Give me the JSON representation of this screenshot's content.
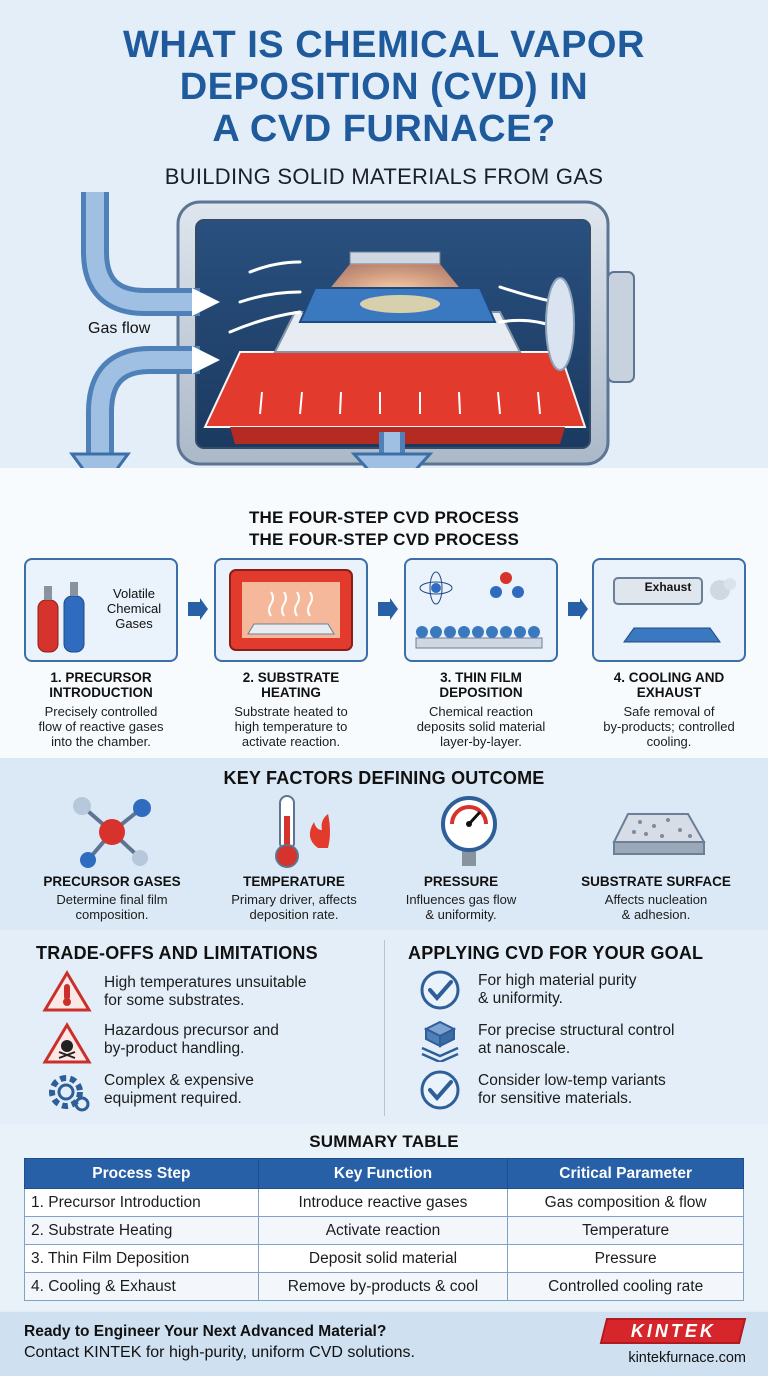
{
  "header": {
    "title_line1": "WHAT IS CHEMICAL VAPOR",
    "title_line2": "DEPOSITION (CVD) IN",
    "title_line3": "A CVD FURNACE?",
    "subtitle": "BUILDING SOLID MATERIALS FROM GAS"
  },
  "furnace": {
    "gas_flow_label": "Gas flow"
  },
  "process": {
    "title_line1": "THE FOUR-STEP CVD PROCESS",
    "title_line2": "THE FOUR-STEP CVD PROCESS",
    "steps": [
      {
        "name_line1": "1. PRECURSOR",
        "name_line2": "INTRODUCTION",
        "desc_line1": "Precisely controlled",
        "desc_line2": "flow of reactive gases",
        "desc_line3": "into the chamber.",
        "box_label_line1": "Volatile",
        "box_label_line2": "Chemical",
        "box_label_line3": "Gases"
      },
      {
        "name_line1": "2. SUBSTRATE",
        "name_line2": "HEATING",
        "desc_line1": "Substrate heated to",
        "desc_line2": "high temperature to",
        "desc_line3": "activate reaction."
      },
      {
        "name_line1": "3. THIN FILM",
        "name_line2": "DEPOSITION",
        "desc_line1": "Chemical reaction",
        "desc_line2": "deposits solid material",
        "desc_line3": "layer-by-layer."
      },
      {
        "name_line1": "4. COOLING AND",
        "name_line2": "EXHAUST",
        "desc_line1": "Safe removal of",
        "desc_line2": "by-products; controlled",
        "desc_line3": "cooling.",
        "box_label": "Exhaust"
      }
    ]
  },
  "key_factors": {
    "title": "KEY FACTORS DEFINING OUTCOME",
    "items": [
      {
        "name": "PRECURSOR GASES",
        "desc_line1": "Determine final film",
        "desc_line2": "composition."
      },
      {
        "name": "TEMPERATURE",
        "desc_line1": "Primary driver, affects",
        "desc_line2": "deposition rate."
      },
      {
        "name": "PRESSURE",
        "desc_line1": "Influences gas flow",
        "desc_line2": "& uniformity."
      },
      {
        "name": "SUBSTRATE SURFACE",
        "desc_line1": "Affects nucleation",
        "desc_line2": "& adhesion."
      }
    ]
  },
  "tradeoffs": {
    "title": "TRADE-OFFS AND LIMITATIONS",
    "items": [
      {
        "line1": "High temperatures unsuitable",
        "line2": "for some substrates."
      },
      {
        "line1": "Hazardous precursor and",
        "line2": "by-product handling."
      },
      {
        "line1": "Complex & expensive",
        "line2": "equipment required."
      }
    ]
  },
  "applying": {
    "title": "APPLYING CVD FOR YOUR GOAL",
    "items": [
      {
        "line1": "For high material purity",
        "line2": "& uniformity."
      },
      {
        "line1": "For precise structural control",
        "line2": "at nanoscale."
      },
      {
        "line1": "Consider low-temp variants",
        "line2": "for sensitive materials."
      }
    ]
  },
  "summary": {
    "title": "SUMMARY TABLE",
    "headers": [
      "Process Step",
      "Key Function",
      "Critical Parameter"
    ],
    "rows": [
      [
        "1. Precursor Introduction",
        "Introduce reactive gases",
        "Gas composition & flow"
      ],
      [
        "2. Substrate Heating",
        "Activate reaction",
        "Temperature"
      ],
      [
        "3. Thin Film Deposition",
        "Deposit solid material",
        "Pressure"
      ],
      [
        "4. Cooling & Exhaust",
        "Remove by-products & cool",
        "Controlled cooling rate"
      ]
    ]
  },
  "footer": {
    "headline": "Ready to Engineer Your Next Advanced Material?",
    "subline": "Contact KINTEK for high-purity, uniform CVD solutions.",
    "logo": "KINTEK",
    "website": "kintekfurnace.com"
  },
  "colors": {
    "title_blue": "#1f5b9c",
    "table_header": "#2760a6",
    "heater_red": "#e23b2e",
    "logo_red": "#d6262b"
  }
}
